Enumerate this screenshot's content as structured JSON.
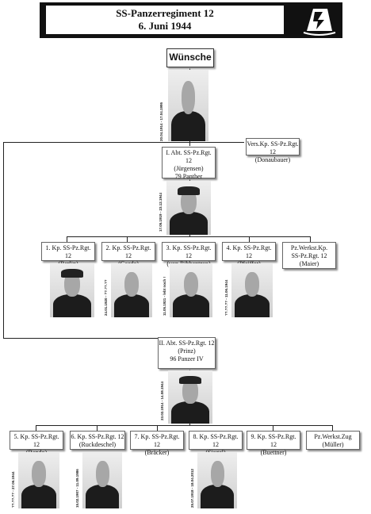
{
  "header": {
    "title": "SS-Panzerregiment 12",
    "subtitle": "6. Juni 1944",
    "logo_icon": "division-emblem-icon"
  },
  "commander": {
    "name": "Wünsche",
    "dates": "20.04.1914 - 17.04.1995"
  },
  "staff": {
    "line1": "Vers.Kp. SS-Pz.Rgt. 12",
    "line2": "(Donaubauer)"
  },
  "battalion1": {
    "line1": "I. Abt. SS-Pz.Rgt. 12",
    "line2": "(Jürgensen)",
    "line3": "79 Panther",
    "dates": "17.05.1919 - 23.12.1944"
  },
  "companies1": [
    {
      "line1": "1. Kp. SS-Pz.Rgt. 12",
      "line2": "(Berlin)",
      "dates": ""
    },
    {
      "line1": "2. Kp. SS-Pz.Rgt. 12",
      "line2": "(Gaede)",
      "dates": "24.01.1920 - ??.??.??"
    },
    {
      "line1": "3. Kp. SS-Pz.Rgt. 12",
      "line2": "(von Ribbentrop)",
      "dates": "11.05.1921 - lebt noch !"
    },
    {
      "line1": "4. Kp. SS-Pz.Rgt. 12",
      "line2": "(Pfeiffer)",
      "dates": "??.??.?? - 11.06.1944"
    },
    {
      "line1": "Pz.Werkst.Kp.",
      "line2": "SS-Pz.Rgt. 12",
      "line3": "(Maier)"
    }
  ],
  "battalion2": {
    "line1": "II. Abt. SS-Pz.Rgt. 12",
    "line2": "(Prinz)",
    "line3": "96 Panzer IV",
    "dates": "23.02.1914 - 14.08.1944"
  },
  "companies2": [
    {
      "line1": "5. Kp. SS-Pz.Rgt. 12",
      "line2": "(Bando)",
      "dates": "??.??.?? - 27.06.1944"
    },
    {
      "line1": "6. Kp. SS-Pz.Rgt. 12",
      "line2": "(Ruckdeschel)",
      "dates": "15.02.1907 - 11.09.1986"
    },
    {
      "line1": "7. Kp. SS-Pz.Rgt. 12",
      "line2": "(Bräcker)"
    },
    {
      "line1": "8. Kp. SS-Pz.Rgt. 12",
      "line2": "(Siegel)",
      "dates": "25.07.1918 - 18.04.2012"
    },
    {
      "line1": "9. Kp. SS-Pz.Rgt. 12",
      "line2": "(Buettner)"
    },
    {
      "line1": "Pz.Werkst.Zug",
      "line2": "(Müller)"
    }
  ]
}
